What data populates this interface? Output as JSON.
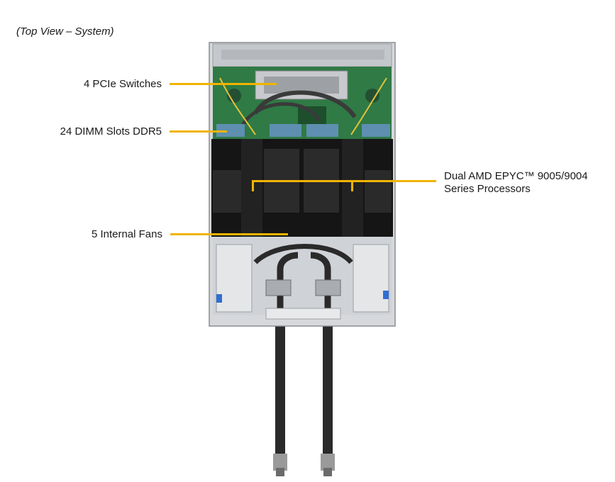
{
  "caption": "(Top View – System)",
  "callouts": {
    "pcie": "4 PCIe Switches",
    "dimm": "24 DIMM Slots DDR5",
    "fans": "5 Internal Fans",
    "cpu_line1": "Dual AMD EPYC™ 9005/9004",
    "cpu_line2": "Series Processors"
  },
  "colors": {
    "leader": "#f0b400",
    "pcb": "#2f7a45",
    "chassis": "#c9ccd0",
    "shroud": "#151515"
  }
}
